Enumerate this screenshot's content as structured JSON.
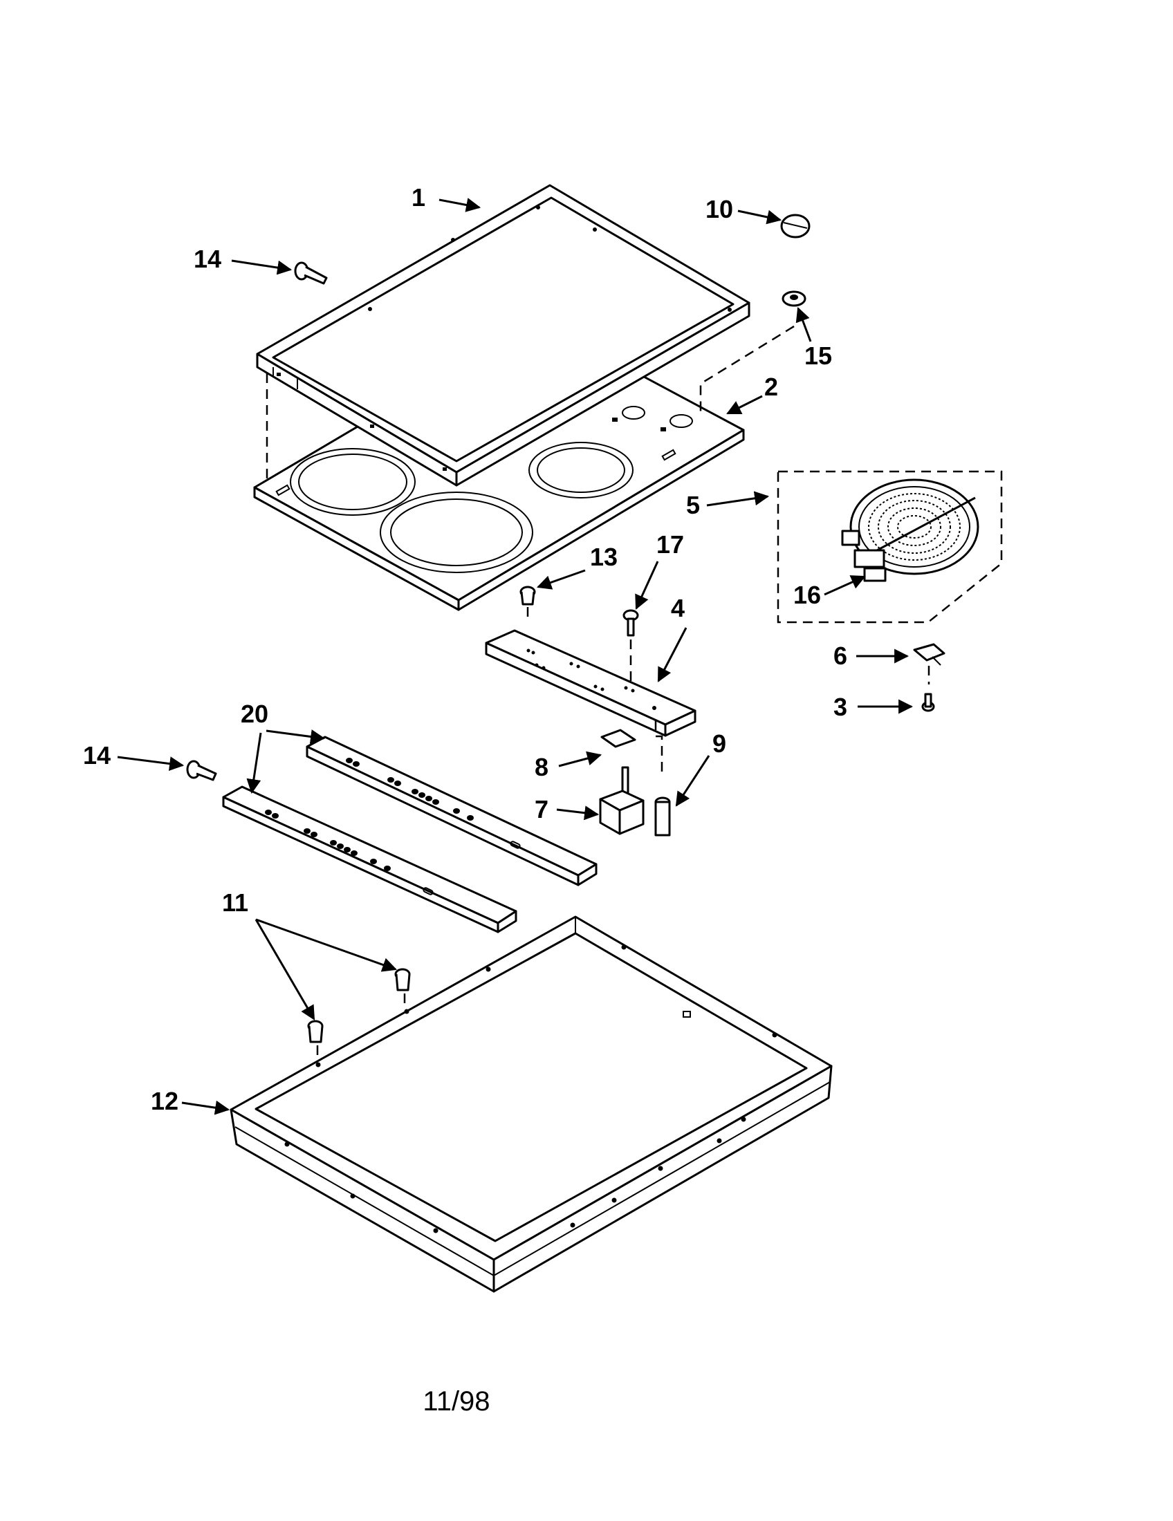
{
  "callouts": {
    "c1": "1",
    "c2": "2",
    "c3": "3",
    "c4": "4",
    "c5": "5",
    "c6": "6",
    "c7": "7",
    "c8": "8",
    "c9": "9",
    "c10": "10",
    "c11": "11",
    "c12": "12",
    "c13": "13",
    "c14a": "14",
    "c14b": "14",
    "c15": "15",
    "c16": "16",
    "c17": "17",
    "c20": "20"
  },
  "footer": {
    "date": "11/98"
  }
}
